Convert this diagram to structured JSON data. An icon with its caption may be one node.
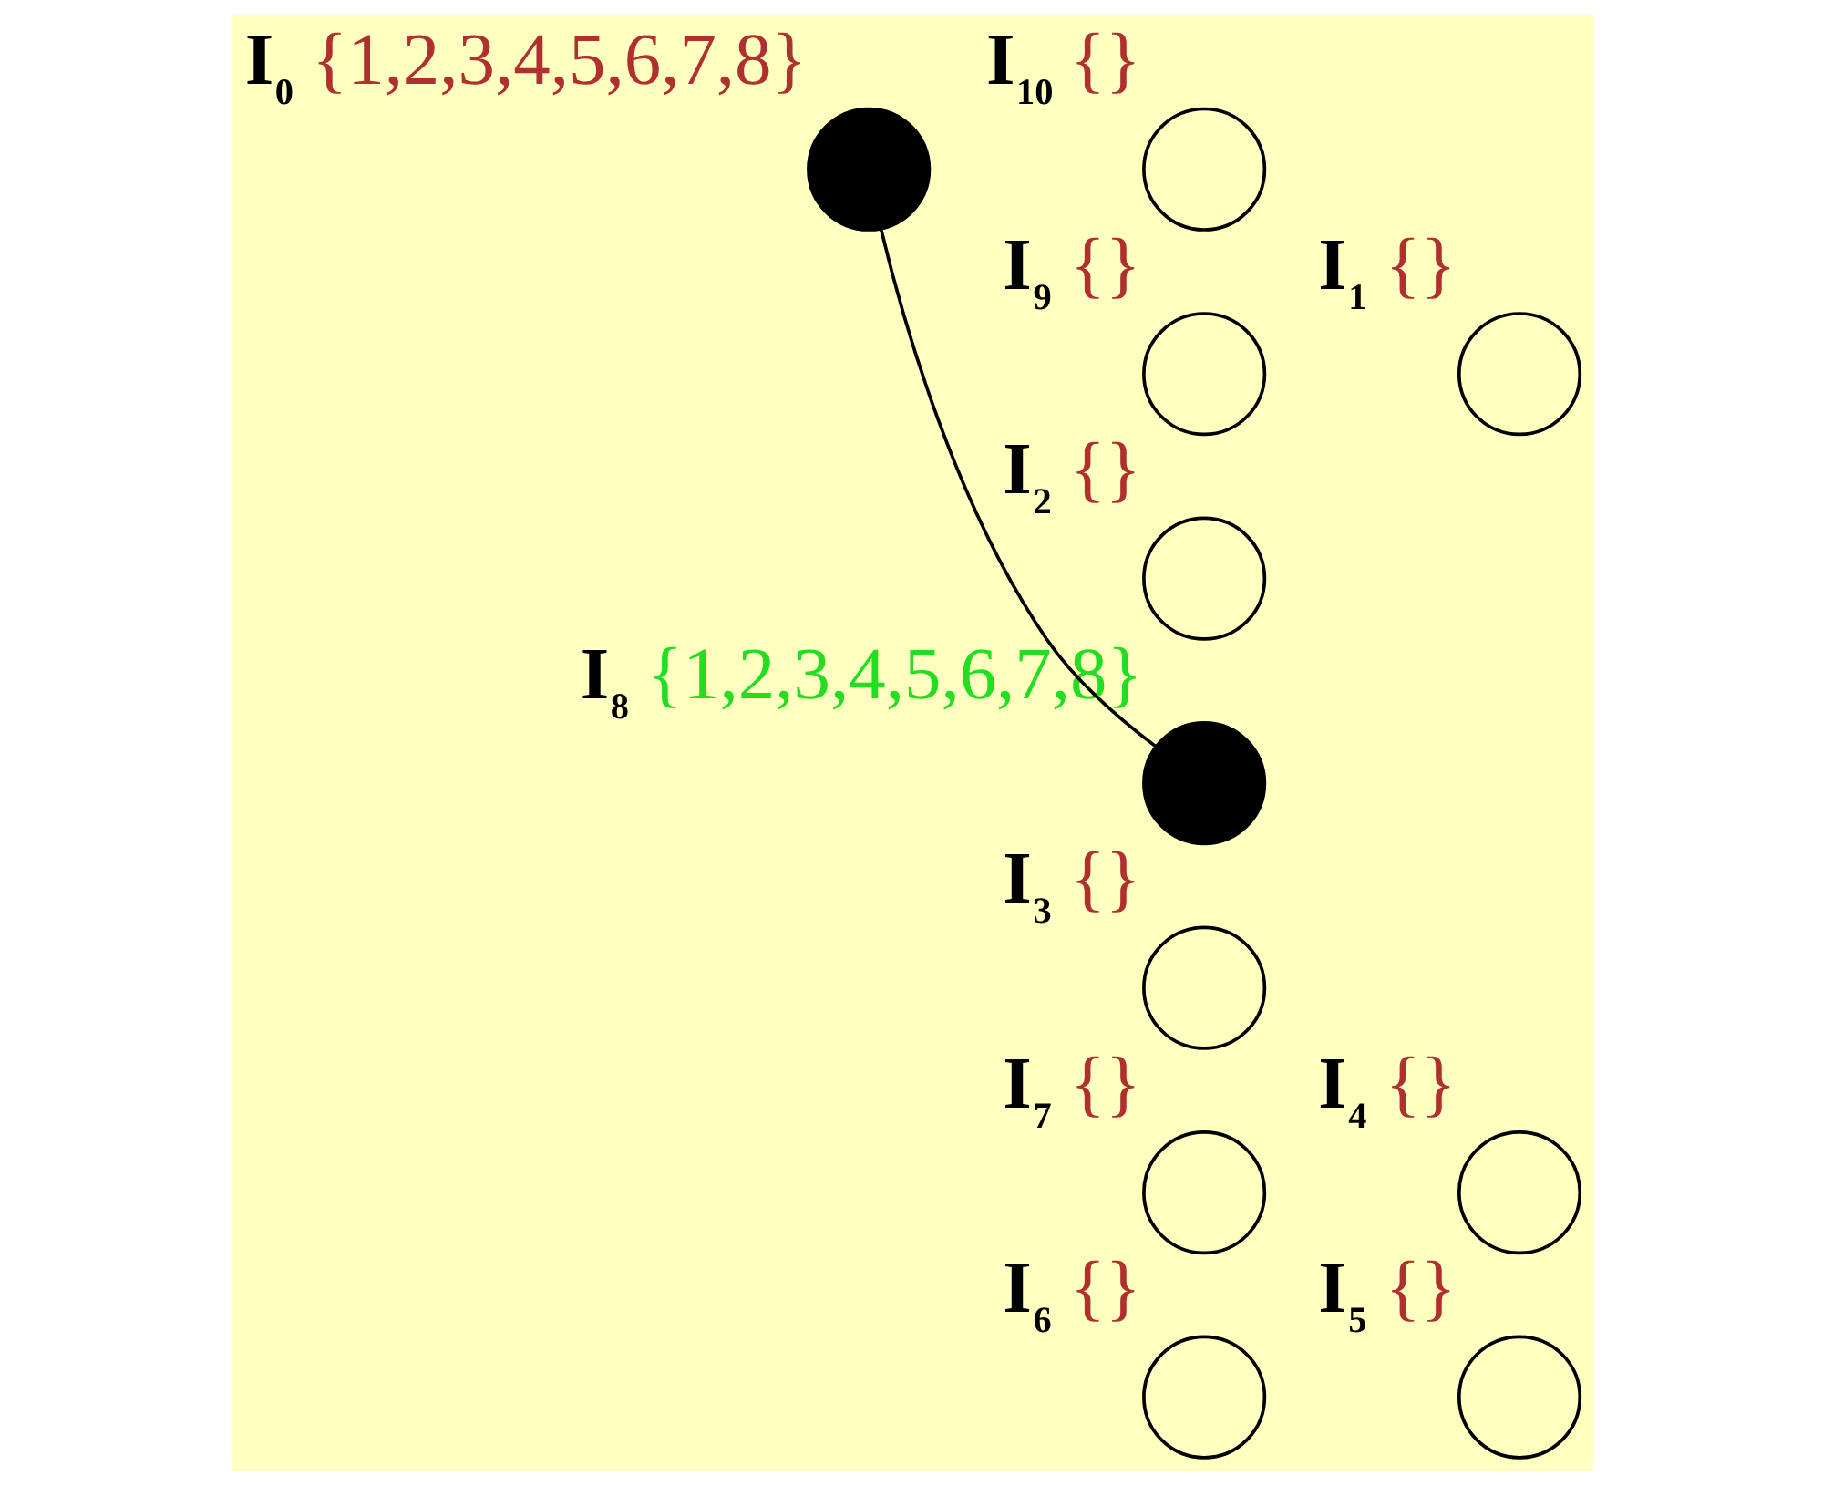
{
  "diagram": {
    "nodes": [
      {
        "text": [],
        "shape": "circle",
        "beside": [
          "I$_{0}$",
          "{1,2,3,4,5,6,7,8}"
        ]
      },
      {
        "text": [],
        "shape": "circle",
        "beside": [
          "I$_{1}$",
          "{}"
        ]
      },
      {
        "text": [],
        "shape": "circle",
        "beside": [
          "I$_{2}$",
          "{}"
        ]
      },
      {
        "text": [],
        "shape": "circle",
        "beside": [
          "I$_{3}$",
          "{}"
        ]
      },
      {
        "text": [],
        "shape": "circle",
        "beside": [
          "I$_{4}$",
          "{}"
        ]
      },
      {
        "text": [],
        "shape": "circle",
        "beside": [
          "I$_{5}$",
          "{}"
        ]
      },
      {
        "text": [],
        "shape": "circle",
        "beside": [
          "I$_{6}$",
          "{}"
        ]
      },
      {
        "text": [],
        "shape": "circle",
        "beside": [
          "I$_{7}$",
          "{}"
        ]
      },
      {
        "text": [],
        "shape": "circle",
        "beside": [
          "I$_{8}$",
          "{1,2,3,4,5,6,7,8}"
        ]
      },
      {
        "text": [],
        "shape": "circle",
        "beside": [
          "I$_{9}$",
          "{}"
        ]
      },
      {
        "text": [],
        "shape": "circle",
        "beside": [
          "I$_{10}$",
          "{}"
        ]
      }
    ],
    "edges": [
      {
        "from": 0,
        "to": 8,
        "arrow": "none"
      }
    ]
  }
}
